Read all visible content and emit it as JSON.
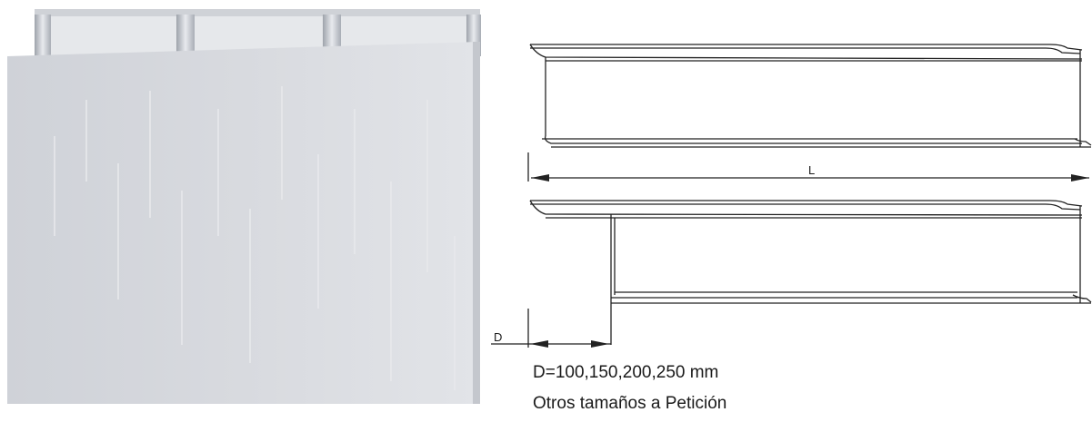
{
  "diagram": {
    "dimension_length_label": "L",
    "dimension_offset_label": "D",
    "sizes_text": "D=100,150,200,250 mm",
    "request_text": "Otros tamaños a Petición"
  },
  "colors": {
    "panel_light": "#d9dbe0",
    "panel_shadow": "#c9ccd2",
    "line": "#222222"
  },
  "icons": {
    "photo": "trunking-profile-photo",
    "drawing": "technical-drawing"
  }
}
